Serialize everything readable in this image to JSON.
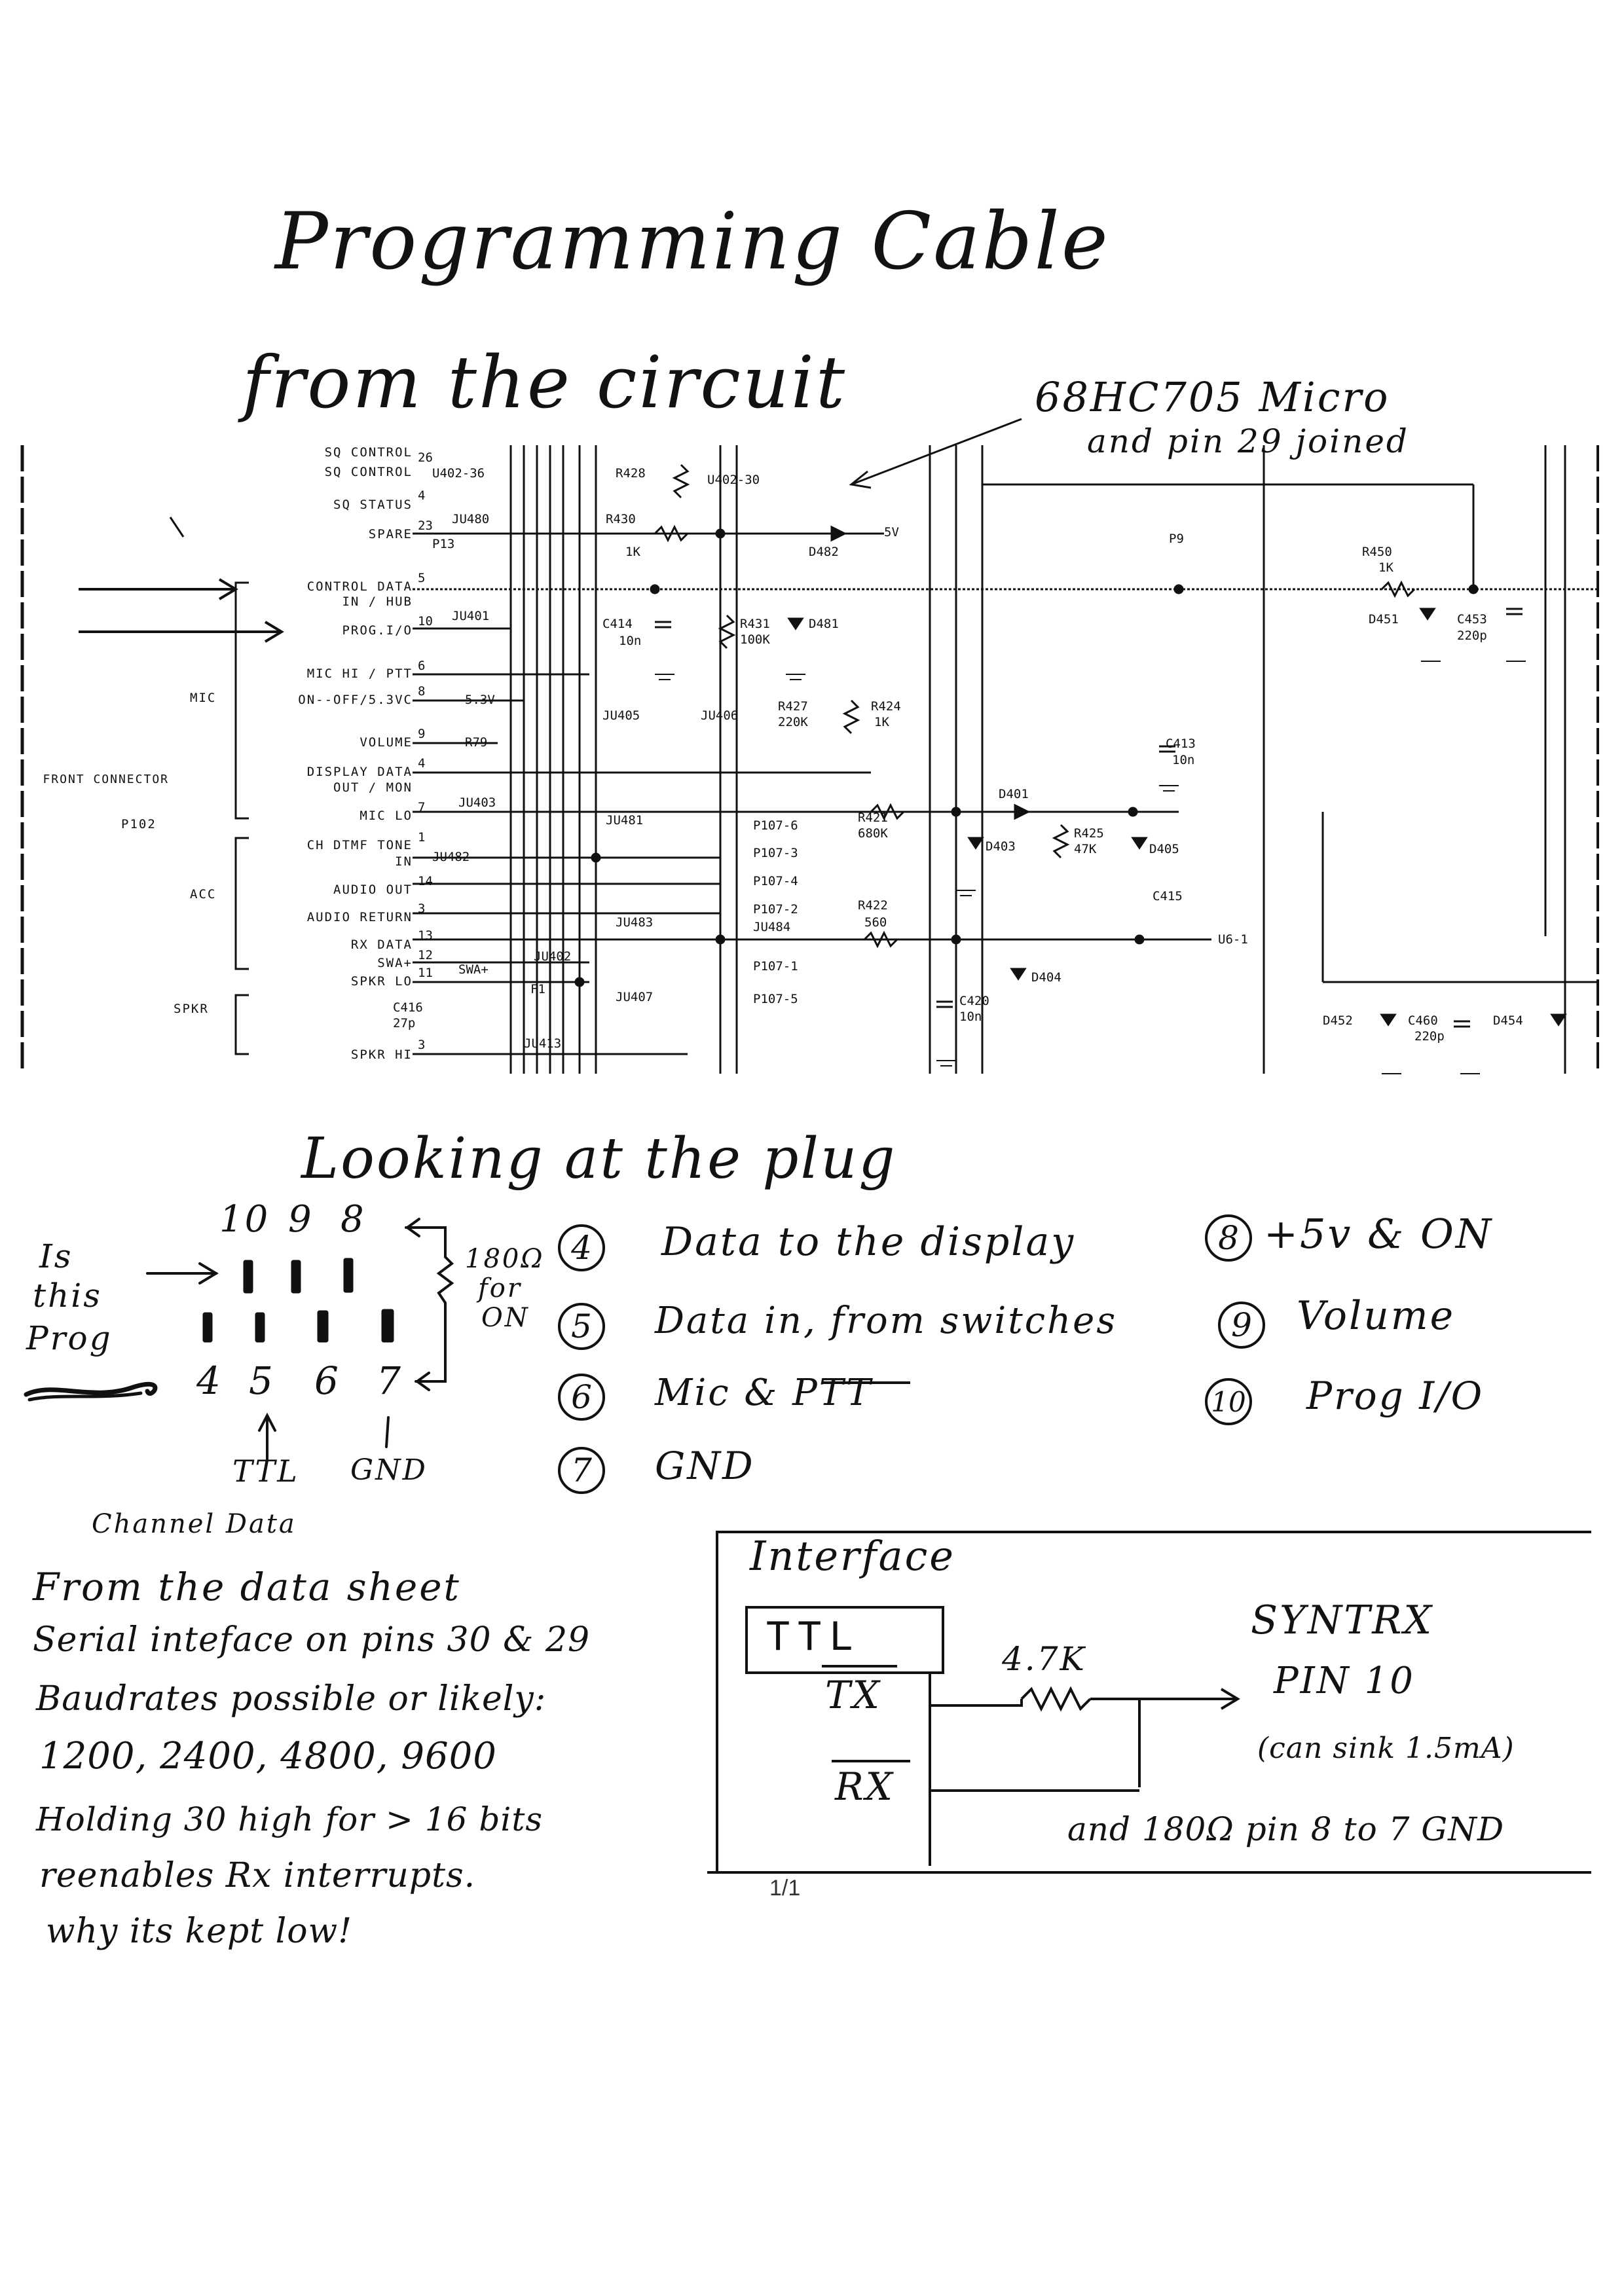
{
  "title_line1": "Programming Cable",
  "title_line2": "from the circuit",
  "micro_note_line1": "68HC705 Micro",
  "micro_note_line2": "and pin 29 joined",
  "schematic": {
    "left_labels": {
      "front_connector": "FRONT CONNECTOR",
      "p102": "P102",
      "mic": "MIC",
      "acc": "ACC",
      "spkr": "SPKR"
    },
    "pin_labels": [
      {
        "name": "SQ CONTROL",
        "pin": "26"
      },
      {
        "name": "SQ CONTROL",
        "pin": ""
      },
      {
        "name": "SQ STATUS",
        "pin": "4"
      },
      {
        "name": "SPARE",
        "pin": "23"
      },
      {
        "name": "CONTROL DATA",
        "pin": "5"
      },
      {
        "name": "IN / HUB",
        "pin": ""
      },
      {
        "name": "PROG.I/O",
        "pin": "10"
      },
      {
        "name": "MIC HI / PTT",
        "pin": "6"
      },
      {
        "name": "ON--OFF/5.3VC",
        "pin": "8"
      },
      {
        "name": "VOLUME",
        "pin": "9"
      },
      {
        "name": "DISPLAY DATA",
        "pin": "4"
      },
      {
        "name": "OUT / MON",
        "pin": ""
      },
      {
        "name": "MIC LO",
        "pin": "7"
      },
      {
        "name": "CH DTMF TONE",
        "pin": "1"
      },
      {
        "name": "IN",
        "pin": ""
      },
      {
        "name": "AUDIO OUT",
        "pin": "14"
      },
      {
        "name": "AUDIO RETURN",
        "pin": "3"
      },
      {
        "name": "RX DATA",
        "pin": "13"
      },
      {
        "name": "SWA+",
        "pin": "12"
      },
      {
        "name": "SPKR LO",
        "pin": "11"
      },
      {
        "name": "SPKR HI",
        "pin": "3"
      }
    ],
    "parts": [
      "U402-36",
      "JU480",
      "P13",
      "JU401",
      "5.3V",
      "R79",
      "JU403",
      "JU482",
      "JU402",
      "C416",
      "27p",
      "F1",
      "JU413",
      "R428",
      "R430",
      "1K",
      "U402-30",
      "D482",
      "5V",
      "C414",
      "10n",
      "R431",
      "100K",
      "D481",
      "R427",
      "220K",
      "R424",
      "1K",
      "JU405",
      "JU406",
      "JU481",
      "P107-6",
      "P107-3",
      "P107-4",
      "P107-2",
      "JU483",
      "JU484",
      "P107-1",
      "JU407",
      "P107-5",
      "R421",
      "680K",
      "R422",
      "560",
      "C420",
      "10n",
      "D401",
      "D403",
      "R425",
      "47K",
      "D405",
      "D404",
      "C413",
      "10n",
      "C415",
      "U6-1",
      "P9",
      "R450",
      "1K",
      "D451",
      "C453",
      "220p",
      "D452",
      "C460",
      "220p",
      "D454",
      "SWA+"
    ]
  },
  "plug_section": {
    "heading": "Looking at the plug",
    "top_pins": [
      "10",
      "9",
      "8"
    ],
    "bottom_pins": [
      "4",
      "5",
      "6",
      "7"
    ],
    "is_this_prog": [
      "Is",
      "this",
      "Prog"
    ],
    "resistor_note": [
      "180Ω",
      "for",
      "ON"
    ],
    "ttl_label": "TTL",
    "gnd_label": "GND",
    "channel_data": "Channel Data"
  },
  "pin_legend": [
    {
      "num": "4",
      "text": "Data to the display"
    },
    {
      "num": "5",
      "text": "Data in, from switches"
    },
    {
      "num": "6",
      "text": "Mic & PTT"
    },
    {
      "num": "7",
      "text": "GND"
    },
    {
      "num": "8",
      "text": "+5v & ON"
    },
    {
      "num": "9",
      "text": "Volume"
    },
    {
      "num": "10",
      "text": "Prog I/O"
    }
  ],
  "datasheet_notes": [
    "From the data sheet",
    "Serial inteface on pins 30 & 29",
    "Baudrates possible or likely:",
    "1200, 2400, 4800, 9600",
    "Holding 30 high for > 16 bits",
    "reenables Rx interrupts.",
    "why its kept low!"
  ],
  "interface_box": {
    "title": "Interface",
    "ttl": "TTL",
    "tx": "TX",
    "rx": "RX",
    "resistor": "4.7K",
    "target_line1": "SYNTRX",
    "target_line2": "PIN 10",
    "sink_note": "(can sink 1.5mA)",
    "footer": "and 180Ω pin 8 to 7 GND"
  },
  "page_number": "1/1"
}
